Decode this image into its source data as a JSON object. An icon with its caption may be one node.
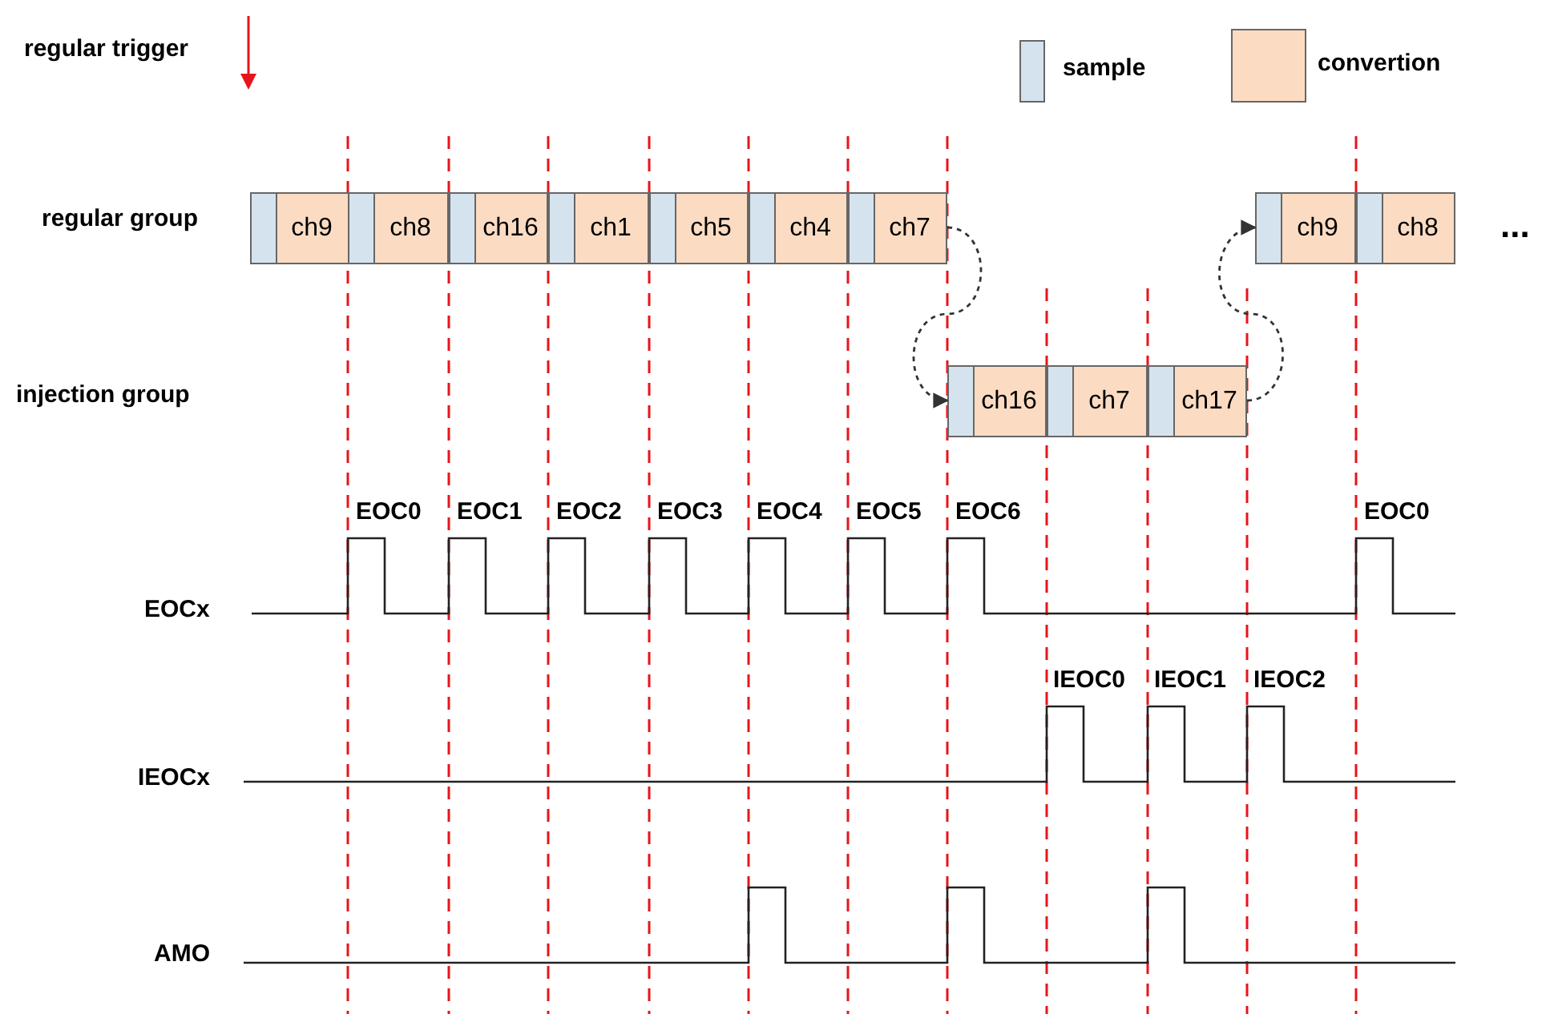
{
  "diagram": {
    "nodes": [
      {
        "text": [
          "ch9"
        ]
      },
      {
        "text": [
          "ch8"
        ]
      },
      {
        "text": [
          "ch16"
        ]
      },
      {
        "text": [
          "ch1"
        ]
      },
      {
        "text": [
          "ch5"
        ]
      },
      {
        "text": [
          "ch4"
        ]
      },
      {
        "text": [
          "ch7"
        ]
      },
      {
        "text": [
          "ch16"
        ]
      },
      {
        "text": [
          "ch7"
        ]
      },
      {
        "text": [
          "ch17"
        ]
      },
      {
        "text": [
          "ch9"
        ]
      },
      {
        "text": [
          "ch8"
        ]
      }
    ],
    "edges": [
      {
        "from": 6,
        "to": 7,
        "arrow": "to",
        "style": "dashed"
      },
      {
        "from": 9,
        "to": 10,
        "arrow": "to",
        "style": "dashed"
      }
    ],
    "labels": [
      "regular trigger",
      "regular group",
      "injection group",
      "EOCx",
      "EOC0",
      "EOC1",
      "EOC2",
      "EOC3",
      "EOC4",
      "EOC5",
      "EOC6",
      "EOC0",
      "IEOCx",
      "IEOC0",
      "IEOC1",
      "IEOC2",
      "AMO",
      "..."
    ],
    "legend": [
      {
        "text": "sample",
        "color": "#d5e3ee"
      },
      {
        "text": "convertion",
        "color": "#fbdcc3"
      }
    ]
  }
}
